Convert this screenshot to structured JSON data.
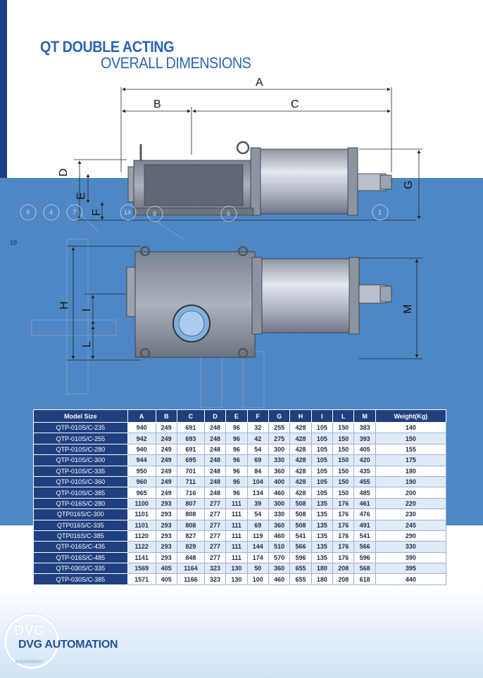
{
  "title": {
    "line1": "QT DOUBLE ACTING",
    "line2": "OVERALL DIMENSIONS"
  },
  "page_number": "10",
  "dimension_labels": {
    "A": "A",
    "B": "B",
    "C": "C",
    "D": "D",
    "E": "E",
    "F": "F",
    "G": "G",
    "H": "H",
    "I": "I",
    "L": "L",
    "M": "M"
  },
  "balloons": [
    "9",
    "4",
    "7",
    "14",
    "8",
    "6",
    "1"
  ],
  "table": {
    "headers": [
      "Model Size",
      "A",
      "B",
      "C",
      "D",
      "E",
      "F",
      "G",
      "H",
      "I",
      "L",
      "M",
      "Weight(Kg)"
    ],
    "rows": [
      [
        "QTP-010S/C-235",
        "940",
        "249",
        "691",
        "248",
        "96",
        "32",
        "255",
        "428",
        "105",
        "150",
        "383",
        "140"
      ],
      [
        "QTP-010S/C-255",
        "942",
        "249",
        "693",
        "248",
        "96",
        "42",
        "275",
        "428",
        "105",
        "150",
        "393",
        "150"
      ],
      [
        "QTP-010S/C-280",
        "940",
        "249",
        "691",
        "248",
        "96",
        "54",
        "300",
        "428",
        "105",
        "150",
        "405",
        "155"
      ],
      [
        "QTP-010S/C-300",
        "944",
        "249",
        "695",
        "248",
        "96",
        "69",
        "330",
        "428",
        "105",
        "150",
        "420",
        "175"
      ],
      [
        "QTP-010S/C-335",
        "950",
        "249",
        "701",
        "248",
        "96",
        "84",
        "360",
        "428",
        "105",
        "150",
        "435",
        "180"
      ],
      [
        "QTP-010S/C-360",
        "960",
        "249",
        "711",
        "248",
        "96",
        "104",
        "400",
        "428",
        "105",
        "150",
        "455",
        "190"
      ],
      [
        "QTP-010S/C-385",
        "965",
        "249",
        "716",
        "248",
        "96",
        "134",
        "460",
        "428",
        "105",
        "150",
        "485",
        "200"
      ],
      [
        "QTP-016S/C-280",
        "1100",
        "293",
        "807",
        "277",
        "111",
        "39",
        "300",
        "508",
        "135",
        "176",
        "461",
        "220"
      ],
      [
        "QTP016S/C-300",
        "1101",
        "293",
        "808",
        "277",
        "111",
        "54",
        "330",
        "508",
        "135",
        "176",
        "476",
        "230"
      ],
      [
        "QTP016S/C-335",
        "1101",
        "293",
        "808",
        "277",
        "111",
        "69",
        "360",
        "508",
        "135",
        "176",
        "491",
        "245"
      ],
      [
        "QTP016S/C-385",
        "1120",
        "293",
        "827",
        "277",
        "111",
        "119",
        "460",
        "541",
        "135",
        "176",
        "541",
        "290"
      ],
      [
        "QTP-016S/C-435",
        "1122",
        "293",
        "829",
        "277",
        "111",
        "144",
        "510",
        "566",
        "135",
        "176",
        "566",
        "330"
      ],
      [
        "QTP-016S/C-485",
        "1141",
        "293",
        "848",
        "277",
        "111",
        "174",
        "570",
        "596",
        "135",
        "176",
        "596",
        "390"
      ],
      [
        "QTP-030S/C-335",
        "1569",
        "405",
        "1164",
        "323",
        "130",
        "50",
        "360",
        "655",
        "180",
        "208",
        "568",
        "395"
      ],
      [
        "QTP-030S/C-385",
        "1571",
        "405",
        "1166",
        "323",
        "130",
        "100",
        "460",
        "655",
        "180",
        "208",
        "618",
        "440"
      ]
    ]
  },
  "footer": {
    "logo_text": "DVG",
    "logo_subtext": "automation",
    "brand": "DVG AUTOMATION"
  },
  "colors": {
    "primary_blue": "#2a65b3",
    "dark_blue": "#1f3f7f",
    "band_blue": "#4e87c4"
  }
}
